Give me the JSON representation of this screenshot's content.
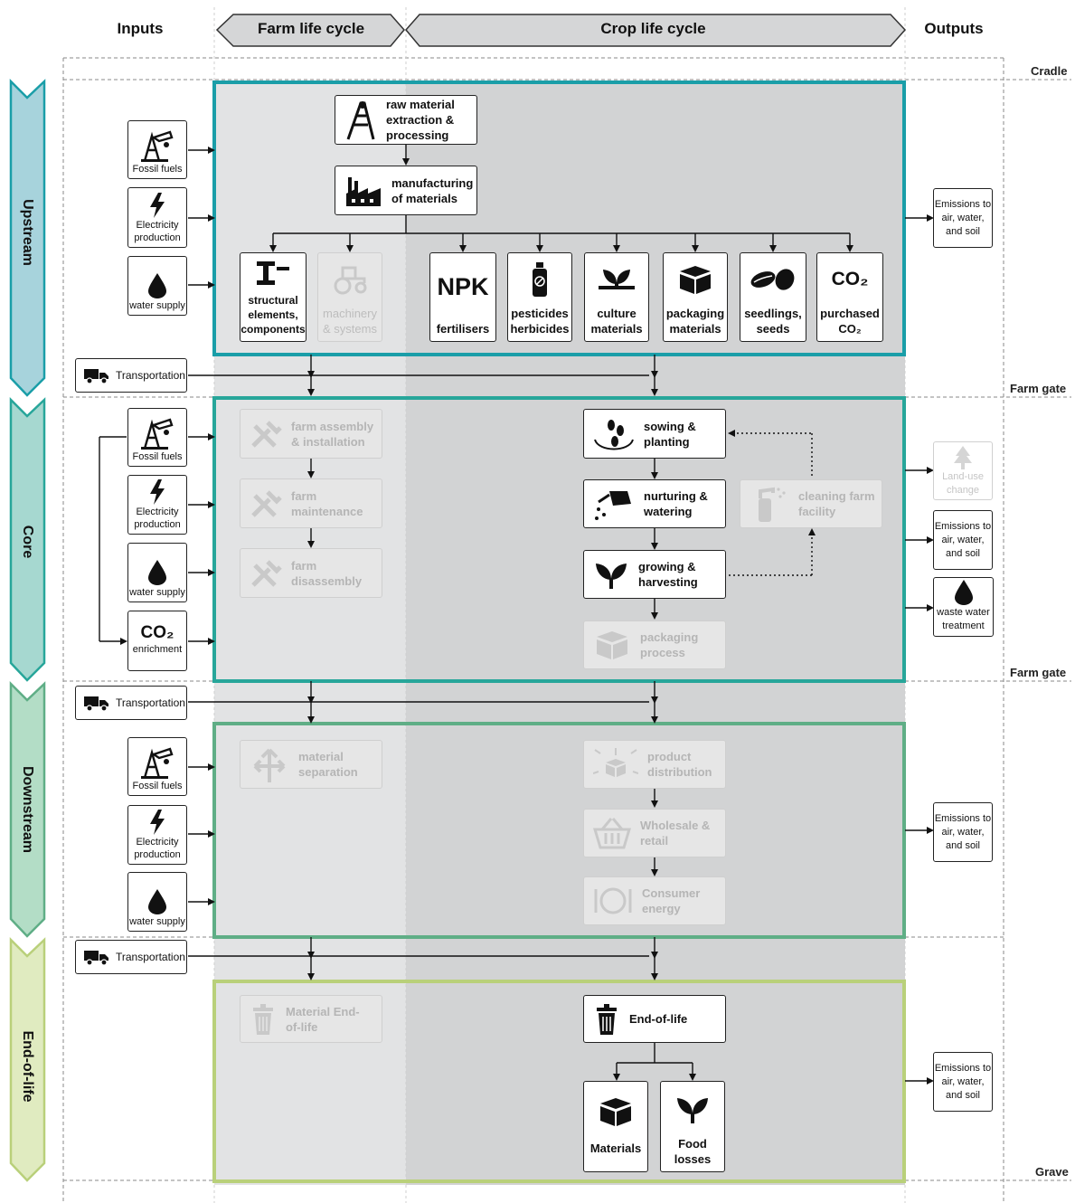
{
  "headers": {
    "inputs": "Inputs",
    "farm_life_cycle": "Farm life cycle",
    "crop_life_cycle": "Crop life cycle",
    "outputs": "Outputs"
  },
  "gates": {
    "cradle": "Cradle",
    "farm_gate_1": "Farm gate",
    "farm_gate_2": "Farm gate",
    "grave": "Grave"
  },
  "stages": {
    "upstream": "Upstream",
    "core": "Core",
    "downstream": "Downstream",
    "end_of_life": "End-of-life"
  },
  "stage_colors": {
    "upstream": "#1a9ea8",
    "core": "#27a69a",
    "downstream": "#5fae86",
    "end_of_life": "#b9d07a"
  },
  "inputs": {
    "fossil_fuels": "Fossil fuels",
    "electricity": "Electricity production",
    "water": "water supply",
    "co2": "CO₂",
    "co2_enrichment": "enrichment",
    "transportation": "Transportation"
  },
  "upstream": {
    "raw_material": "raw material extraction & processing",
    "manufacturing": "manufacturing of materials",
    "items": [
      {
        "label": "structural elements, components",
        "icon": "beam-icon",
        "faded": false
      },
      {
        "label": "machinery & systems",
        "icon": "tractor-icon",
        "faded": true
      },
      {
        "label": "fertilisers",
        "icon": "npk-icon",
        "faded": false
      },
      {
        "label": "pesticides herbicides",
        "icon": "spray-can-icon",
        "faded": false
      },
      {
        "label": "culture materials",
        "icon": "sprout-icon",
        "faded": false
      },
      {
        "label": "packaging materials",
        "icon": "box-icon",
        "faded": false
      },
      {
        "label": "seedlings, seeds",
        "icon": "seeds-icon",
        "faded": false
      },
      {
        "label": "purchased CO₂",
        "icon": "co2-icon",
        "faded": false
      }
    ],
    "npk": "NPK",
    "co2_symbol": "CO₂"
  },
  "core": {
    "farm_assembly": "farm assembly & installation",
    "farm_maintenance": "farm maintenance",
    "farm_disassembly": "farm disassembly",
    "sowing": "sowing & planting",
    "nurturing": "nurturing & watering",
    "growing": "growing & harvesting",
    "packaging": "packaging process",
    "cleaning": "cleaning farm facility"
  },
  "downstream": {
    "material_separation": "material separation",
    "product_distribution": "product distribution",
    "wholesale": "Wholesale & retail",
    "consumer": "Consumer energy"
  },
  "eol": {
    "material_eol": "Material End-of-life",
    "eol": "End-of-life",
    "materials": "Materials",
    "food_losses": "Food losses"
  },
  "outputs": {
    "emissions": "Emissions to air, water, and soil",
    "land_use": "Land-use change",
    "waste_water": "waste water treatment"
  }
}
